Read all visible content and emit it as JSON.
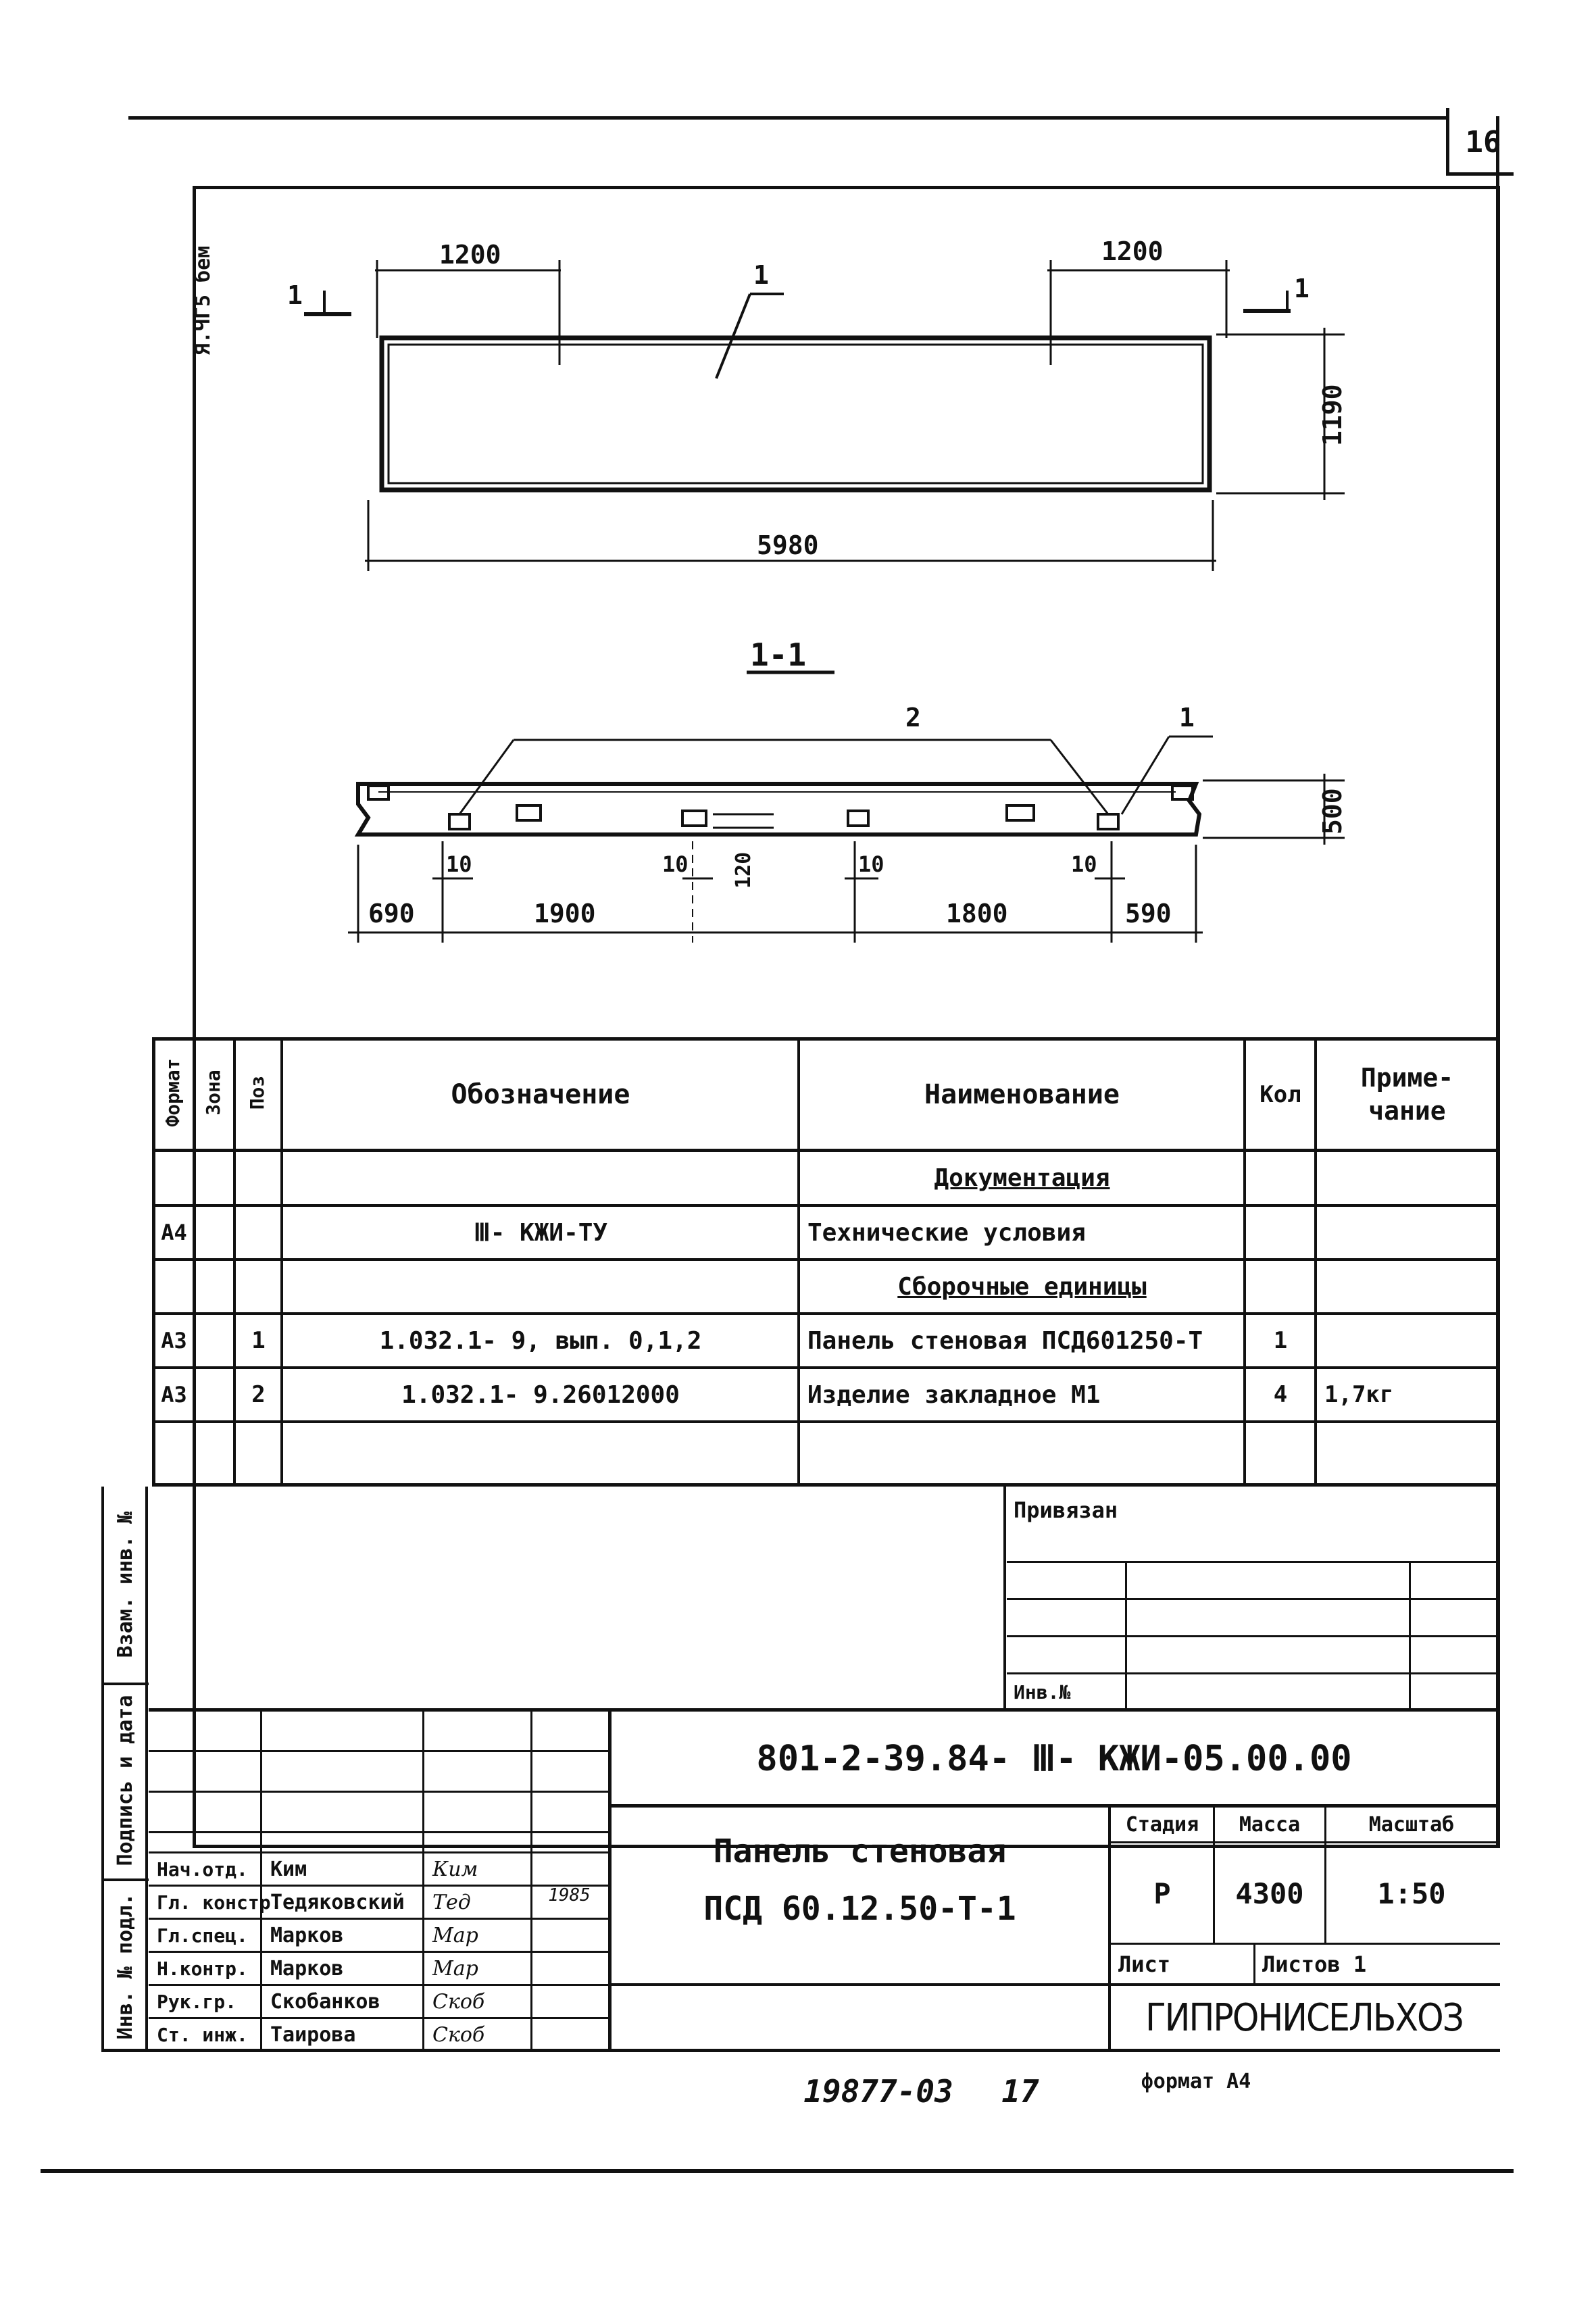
{
  "sheet": {
    "page_number": "16",
    "left_margin_mark": "Я.ЧГ5 бем",
    "bottom_number": "19877-03",
    "bottom_page": "17",
    "format": "формат А4"
  },
  "drawing": {
    "plan": {
      "dim_left": "1200",
      "dim_right": "1200",
      "dim_length": "5980",
      "dim_height": "1190",
      "section_mark_left": "1",
      "section_mark_right": "1",
      "callout": "1"
    },
    "section": {
      "title": "1-1",
      "callout_1": "2",
      "callout_2": "1",
      "dim_thickness": "500",
      "dims": [
        "690",
        "1900",
        "1800",
        "590"
      ],
      "small_dims": [
        "10",
        "10",
        "120",
        "10",
        "10"
      ]
    }
  },
  "spec_table": {
    "headers": {
      "format": "Формат",
      "zone": "Зона",
      "pos": "Поз",
      "designation": "Обозначение",
      "name": "Наименование",
      "qty": "Кол",
      "note": "Приме-\nчание"
    },
    "rows": [
      {
        "format": "",
        "pos": "",
        "designation": "",
        "name": "Документация",
        "qty": "",
        "note": "",
        "underline": true
      },
      {
        "format": "А4",
        "pos": "",
        "designation": "Ⅲ- КЖИ-ТУ",
        "name": "Технические условия",
        "qty": "",
        "note": "",
        "underline": false
      },
      {
        "format": "",
        "pos": "",
        "designation": "",
        "name": "Сборочные единицы",
        "qty": "",
        "note": "",
        "underline": true
      },
      {
        "format": "А3",
        "pos": "1",
        "designation": "1.032.1- 9, вып. 0,1,2",
        "name": "Панель стеновая ПСД601250-Т",
        "qty": "1",
        "note": "",
        "underline": false
      },
      {
        "format": "А3",
        "pos": "2",
        "designation": "1.032.1- 9.26012000",
        "name": "Изделие закладное М1",
        "qty": "4",
        "note": "1,7кг",
        "underline": false
      },
      {
        "format": "",
        "pos": "",
        "designation": "",
        "name": "",
        "qty": "",
        "note": "",
        "underline": false
      }
    ]
  },
  "stamp": {
    "privyazan": "Привязан",
    "inv": "Инв.№",
    "side_labels": [
      "Взам. инв. №",
      "Подпись и дата",
      "Инв. № подл."
    ],
    "doc_code": "801-2-39.84- Ⅲ- КЖИ-05.00.00",
    "title_line1": "Панель стеновая",
    "title_line2": "ПСД 60.12.50-Т-1",
    "stage_label": "Стадия",
    "mass_label": "Масса",
    "scale_label": "Масштаб",
    "stage": "Р",
    "mass": "4300",
    "scale": "1:50",
    "sheet_label": "Лист",
    "sheets_label": "Листов 1",
    "org": "ГИПРОНИСЕЛЬХОЗ",
    "date": "1985",
    "people": [
      {
        "role": "Нач.отд.",
        "name": "Ким",
        "sig": "Ким"
      },
      {
        "role": "Гл. констр.",
        "name": "Тедяковский",
        "sig": "Тед"
      },
      {
        "role": "Гл.спец.",
        "name": "Марков",
        "sig": "Мар"
      },
      {
        "role": "Н.контр.",
        "name": "Марков",
        "sig": "Мар"
      },
      {
        "role": "Рук.гр.",
        "name": "Скобанков",
        "sig": "Скоб"
      },
      {
        "role": "Ст. инж.",
        "name": "Таирова",
        "sig": "Скоб"
      }
    ]
  }
}
